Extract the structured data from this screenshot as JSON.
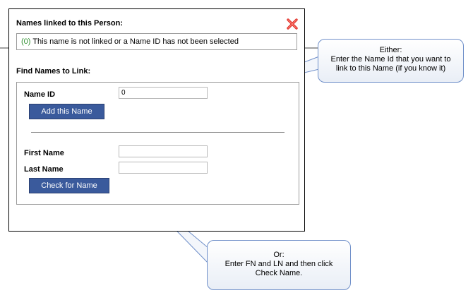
{
  "dialog": {
    "title": "Names linked to this Person:",
    "linked_count": "(0)",
    "linked_message": "This name is not linked or a Name ID has not been selected",
    "find_heading": "Find Names to Link:",
    "name_id_label": "Name ID",
    "name_id_value": "0",
    "add_button": "Add this Name",
    "first_name_label": "First Name",
    "first_name_value": "",
    "last_name_label": "Last Name",
    "last_name_value": "",
    "check_button": "Check for Name",
    "close_icon": "close-icon"
  },
  "callouts": {
    "top": {
      "line1": "Either:",
      "line2": "Enter the Name Id that you want to",
      "line3": "link to this Name (if you know it)"
    },
    "bottom": {
      "line1": "Or:",
      "line2": "Enter FN and LN and then click",
      "line3": "Check Name."
    }
  },
  "colors": {
    "button": "#3a5a9c",
    "close": "#e0322b",
    "callout_border": "#6f8fc9",
    "count": "#2f8f2f"
  }
}
